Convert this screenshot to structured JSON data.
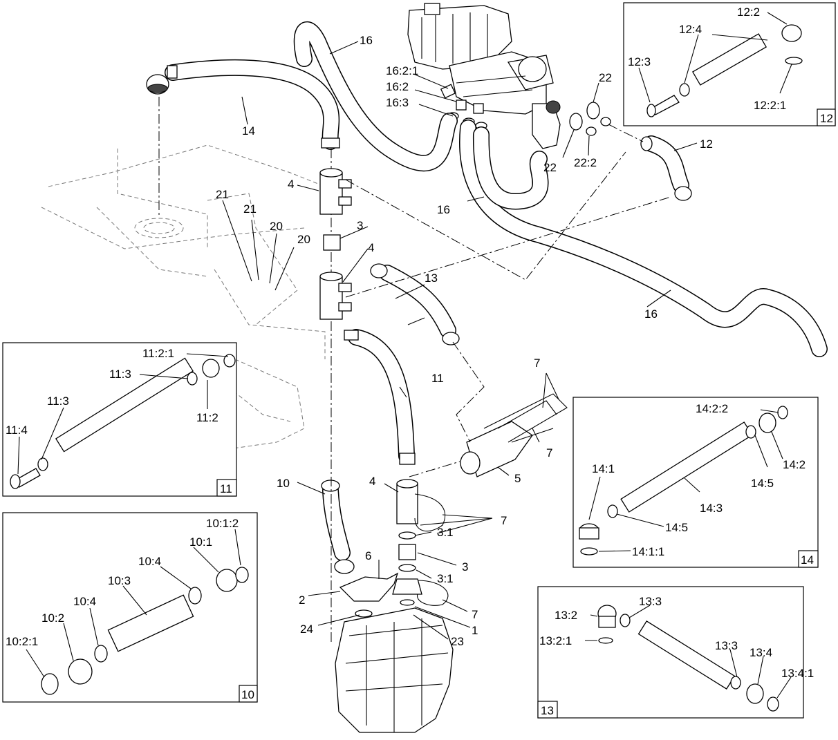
{
  "callouts": {
    "c1": "1",
    "c2": "2",
    "c3a": "3",
    "c3b": "3",
    "c3_1a": "3:1",
    "c3_1b": "3:1",
    "c4a": "4",
    "c4b": "4",
    "c4c": "4",
    "c5": "5",
    "c6": "6",
    "c7a": "7",
    "c7b": "7",
    "c7c": "7",
    "c7d": "7",
    "c10": "10",
    "c11": "11",
    "c12": "12",
    "c13": "13",
    "c14": "14",
    "c16a": "16",
    "c16b": "16",
    "c16c": "16",
    "c16_2": "16:2",
    "c16_2_1": "16:2:1",
    "c16_3": "16:3",
    "c20a": "20",
    "c20b": "20",
    "c21a": "21",
    "c21b": "21",
    "c22a": "22",
    "c22b": "22",
    "c22_2": "22:2",
    "c23": "23",
    "c24": "24"
  },
  "insets": {
    "i10": {
      "id": "10",
      "labels": {
        "a": "10:1:2",
        "b": "10:1",
        "c": "10:4",
        "d": "10:3",
        "e": "10:2",
        "f": "10:4",
        "g": "10:2:1"
      }
    },
    "i11": {
      "id": "11",
      "labels": {
        "a": "11:2:1",
        "b": "11:3",
        "c": "11:3",
        "d": "11:4",
        "e": "11:2"
      }
    },
    "i12": {
      "id": "12",
      "labels": {
        "a": "12:2",
        "b": "12:4",
        "c": "12:3",
        "d": "12:2:1"
      }
    },
    "i13": {
      "id": "13",
      "labels": {
        "a": "13:3",
        "b": "13:2",
        "c": "13:2:1",
        "d": "13:3",
        "e": "13:4",
        "f": "13:4:1"
      }
    },
    "i14": {
      "id": "14",
      "labels": {
        "a": "14:2:2",
        "b": "14:2",
        "c": "14:5",
        "d": "14:1",
        "e": "14:3",
        "f": "14:5",
        "g": "14:1:1"
      }
    }
  }
}
